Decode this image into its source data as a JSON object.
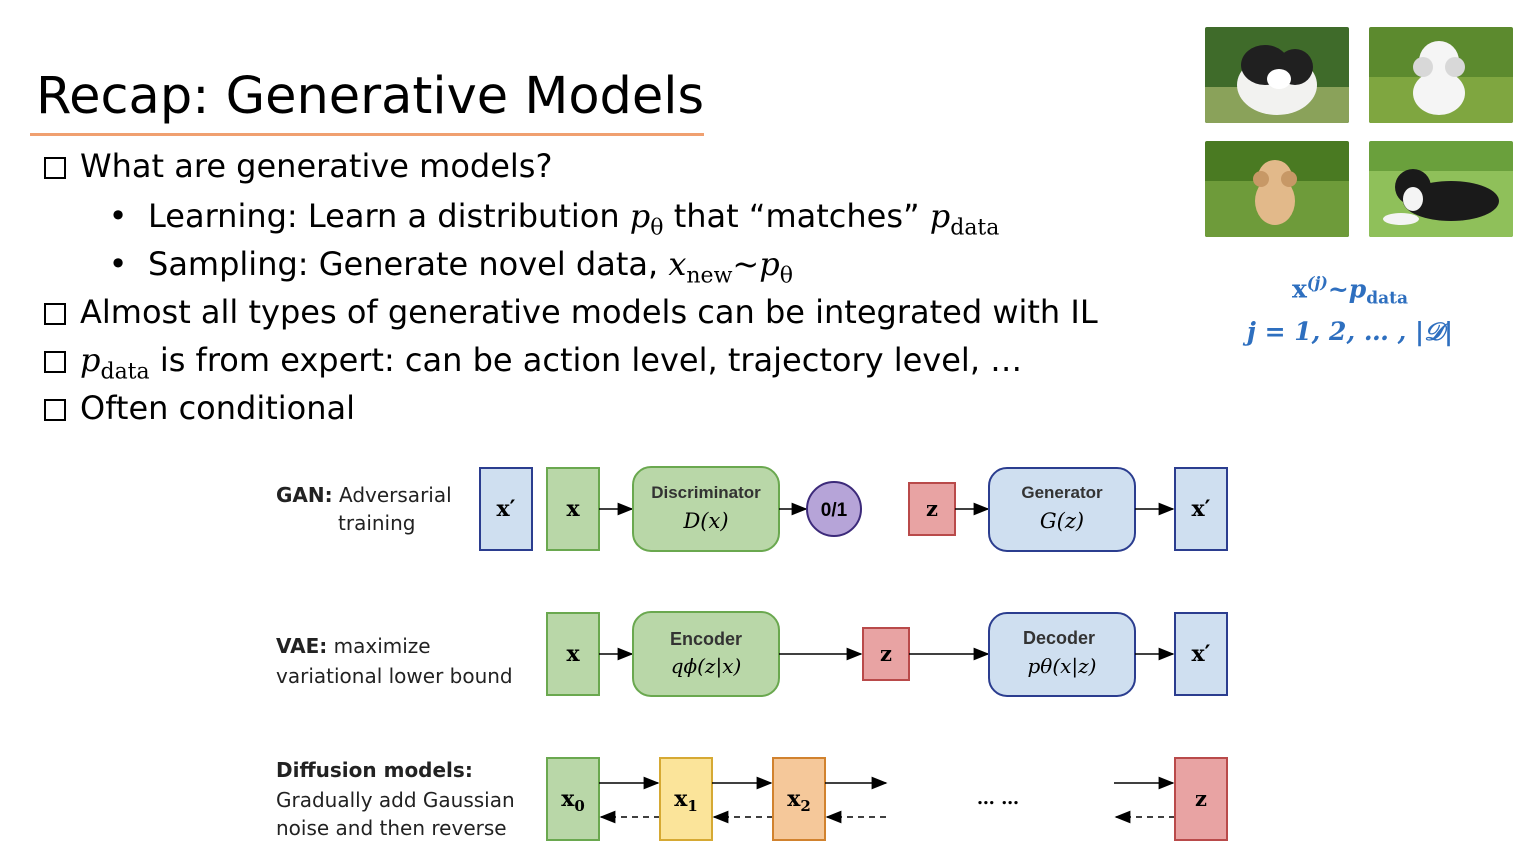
{
  "slide": {
    "title": "Recap: Generative Models",
    "bullets": [
      {
        "kind": "square",
        "text": "What are generative models?"
      },
      {
        "kind": "dot",
        "prefix": "Learning: Learn a distribution ",
        "mid": " that “matches” "
      },
      {
        "kind": "dot",
        "prefix": "Sampling: Generate novel data, "
      },
      {
        "kind": "square",
        "text": "Almost all types of generative models can be integrated with IL"
      },
      {
        "kind": "square",
        "suffix": " is from expert: can be action level, trajectory level, …"
      },
      {
        "kind": "square",
        "text": "Often conditional"
      }
    ],
    "math": {
      "p_theta": "p",
      "p_theta_sub": "θ",
      "p_data": "p",
      "p_data_sub": "data",
      "x_new": "x",
      "x_new_sub": "new",
      "tilde": "~"
    }
  },
  "formula": {
    "line1": "x",
    "line1_sup": "(j)",
    "line1_tilde": "~",
    "line1_p": "p",
    "line1_sub": "data",
    "line2": "j = 1, 2, … , |𝒟|"
  },
  "images": [
    {
      "name": "dog-photo-1",
      "colors": [
        "#3f6b2a",
        "#8aa25a",
        "#f2f2f0",
        "#202020"
      ]
    },
    {
      "name": "dog-photo-2",
      "colors": [
        "#5c8a2e",
        "#7fa640",
        "#f5f5f5",
        "#d8d8d8"
      ]
    },
    {
      "name": "dog-photo-3",
      "colors": [
        "#4a7a22",
        "#6e9b3a",
        "#e2b98a",
        "#c79866"
      ]
    },
    {
      "name": "dog-photo-4",
      "colors": [
        "#6aa03c",
        "#8fc05a",
        "#1a1a1a",
        "#f4f4f4"
      ]
    }
  ],
  "diagram": {
    "gan": {
      "label_bold": "GAN:",
      "label_rest": " Adversarial",
      "label_line2": "training",
      "x_prime": "x′",
      "x": "x",
      "disc_title": "Discriminator",
      "disc_formula": "D(x)",
      "out": "0/1",
      "z": "z",
      "gen_title": "Generator",
      "gen_formula": "G(z)",
      "x_prime_out": "x′"
    },
    "vae": {
      "label_bold": "VAE:",
      "label_rest": " maximize",
      "label_line2": "variational lower bound",
      "x": "x",
      "enc_title": "Encoder",
      "enc_formula": "qϕ(z|x)",
      "z": "z",
      "dec_title": "Decoder",
      "dec_formula": "pθ(x|z)",
      "x_prime": "x′"
    },
    "diffusion": {
      "label_bold": "Diffusion models:",
      "label_line2": "Gradually add Gaussian",
      "label_line3": "noise and then reverse",
      "x0": "x",
      "x0_sub": "0",
      "x1": "x",
      "x1_sub": "1",
      "x2": "x",
      "x2_sub": "2",
      "ellipsis": "… …",
      "z": "z"
    },
    "colors": {
      "green_fill": "#b9d7a8",
      "green_stroke": "#6aa84f",
      "blue_fill": "#cfdff0",
      "blue_stroke": "#2b3d8f",
      "red_fill": "#e8a3a3",
      "red_stroke": "#b94a4a",
      "yellow_fill": "#fbe49a",
      "yellow_stroke": "#d6a933",
      "orange_fill": "#f5c89a",
      "orange_stroke": "#d1822e",
      "purple_fill": "#b6a4d8",
      "purple_stroke": "#3c2a7a"
    }
  }
}
